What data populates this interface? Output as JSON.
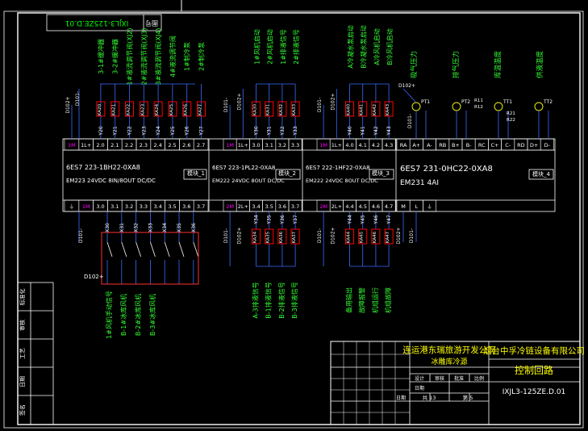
{
  "drawing_code_top": "IXJL3-125ZE.D.01",
  "top_modules": [
    "6ES7 223-1BH22-0XA8",
    "6ES7 223-1PL22-0XA8",
    "6ES7 222-1HF22-0XA8",
    "6ES7 231-0HC22-0XA8"
  ],
  "module1": {
    "model": "6ES7 223-1BH22-0XA8",
    "desc": "EM223 24VDC 8IN/8OUT DC/DC",
    "ext": "模块_1",
    "top_terminals": [
      "1M",
      "1L+",
      "2.0",
      "2.1",
      "2.2",
      "2.3",
      "2.4",
      "2.5",
      "2.6",
      "2.7"
    ],
    "wire_top": [
      "Y20",
      "Y21",
      "Y22",
      "Y23",
      "Y24",
      "Y25",
      "Y26",
      "Y27"
    ],
    "relays_top": [
      "KA20",
      "KA21",
      "KA22",
      "KA23",
      "KA24",
      "KA25",
      "KA26",
      "KA27"
    ],
    "func_top": [
      "3-1#缓冲器",
      "3-2#缓冲器",
      "1#液流调节阀(XJ2)",
      "2#液流调节阀(XJ3)",
      "3#液流调节阀(XJ4)",
      "4#液流调节阀",
      "1#制冷泵",
      "2#制冷泵"
    ],
    "bottom_terminals": [
      "⏚",
      "1M",
      "3.0",
      "3.1",
      "3.2",
      "3.3",
      "3.4",
      "3.5",
      "3.6",
      "3.7"
    ],
    "wire_bottom": [
      "X30",
      "X31",
      "X32",
      "X33",
      "X34",
      "X35",
      "X36"
    ],
    "func_bottom": [
      "1#风机手动信号",
      "B-1#冰库风机",
      "B-2#冰库风机",
      "B-3#冰库风机"
    ]
  },
  "module2": {
    "model": "6ES7 223-1PL22-0XA8",
    "desc": "EM222 24VDC 8OUT DC/DC",
    "ext": "模块_2",
    "top_terminals": [
      "1M",
      "1L+",
      "3.0",
      "3.1",
      "3.2",
      "3.3"
    ],
    "wire_top": [
      "Y30",
      "Y31",
      "Y32",
      "Y33"
    ],
    "relays_top": [
      "KA30",
      "KA31",
      "KA32",
      "KA33"
    ],
    "func_top": [
      "1#风机启动",
      "2#风机启动",
      "1#排液信号",
      "2#排液信号"
    ],
    "bottom_terminals": [
      "2M",
      "2L+",
      "3.4",
      "3.5",
      "3.6",
      "3.7"
    ],
    "wire_bottom": [
      "Y34",
      "Y35",
      "Y36",
      "Y37"
    ],
    "relays_bottom": [
      "KA34",
      "KA35",
      "KA36",
      "KA37"
    ],
    "func_bottom": [
      "A-3排液信号",
      "B-1排液信号",
      "B-2排液信号",
      "B-3排液信号"
    ]
  },
  "module3": {
    "model": "6ES7 222-1HF22-0XA8",
    "desc": "EM222 24VDC 8OUT DC/DC",
    "ext": "模块_3",
    "top_terminals": [
      "1M",
      "1L+",
      "4.0",
      "4.1",
      "4.2",
      "4.3"
    ],
    "wire_top": [
      "Y40",
      "Y41",
      "Y42",
      "Y43"
    ],
    "relays_top": [
      "KA40",
      "KA41",
      "KA42",
      "KA43"
    ],
    "func_top": [
      "A冷凝水泵启动",
      "B冷凝水泵启动",
      "A冷风机启动",
      "B冷风机启动"
    ],
    "bottom_terminals": [
      "2M",
      "2L+",
      "4.4",
      "4.5",
      "4.6",
      "4.7"
    ],
    "wire_bottom": [
      "Y44",
      "Y45",
      "Y46",
      "Y47"
    ],
    "relays_bottom": [
      "KA44",
      "KA45",
      "KA46",
      "KA47"
    ],
    "func_bottom": [
      "备用输出",
      "故障报警",
      "机组运行",
      "机组故障"
    ]
  },
  "module4": {
    "model": "6ES7 231-0HC22-0XA8",
    "desc": "EM231 4AI",
    "ext": "模块_4",
    "top_terminals": [
      "RA",
      "A+",
      "A-",
      "RB",
      "B+",
      "B-",
      "RC",
      "C+",
      "C-",
      "RD",
      "D+",
      "D-"
    ],
    "bottom_terminals": [
      "M",
      "L",
      "⏚"
    ],
    "sensors": [
      "PT1",
      "PT2",
      "TT1",
      "TT2"
    ],
    "sensor_labels": [
      "R11",
      "R12",
      "R21",
      "R22"
    ],
    "func_top": [
      "吸气压力",
      "排气压力",
      "库温温度",
      "供液温度"
    ]
  },
  "wire_labels": [
    "D102+",
    "D101-"
  ],
  "cable_label": "D102+",
  "title_block": {
    "project": "连运港东瑞旅游开发公司",
    "project_sub": "冰雕库冷源",
    "company": "烟台中孚冷链设备有限公司",
    "drawing_title": "控制回路",
    "drawing_code": "IXJL3-125ZE.D.01",
    "sheet_total_label": "共 13",
    "sheet_no_label": "第 5",
    "date_label": "日期",
    "small_cols": [
      "设计",
      "审核",
      "批准",
      "比例",
      "日期"
    ]
  },
  "left_stamp": [
    "标准化",
    "审核",
    "工艺",
    "日期",
    "签名"
  ],
  "colors": {
    "green": "#33ff33",
    "yellow": "#ffff00",
    "white": "#ffffff",
    "cyan": "#00ffff",
    "magenta": "#ff00ff",
    "red": "#ff0000",
    "blue": "#3a6cff"
  }
}
